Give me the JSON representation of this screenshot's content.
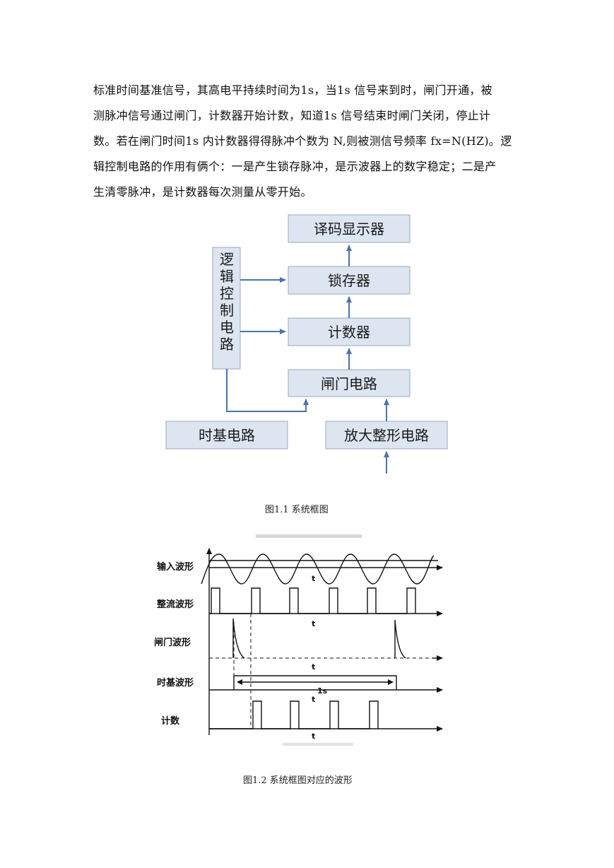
{
  "paragraph": {
    "lines": [
      "标准时间基准信号，其高电平持续时间为1s，当1s 信号来到时，闸门开通，被",
      "测脉冲信号通过闸门，计数器开始计数，知道1s 信号结束时闸门关闭，停止计",
      "数。若在闸门时间1s 内计数器得得脉冲个数为 N,则被测信号频率 fx=N(HZ)。逻",
      "辑控制电路的作用有俩个：一是产生锁存脉冲，是示波器上的数字稳定；二是产",
      "生清零脉冲，是计数器每次测量从零开始。"
    ]
  },
  "block_diagram": {
    "blocks": {
      "decoder_display": "译码显示器",
      "latch": "锁存器",
      "counter": "计数器",
      "gate_circuit": "闸门电路",
      "timebase": "时基电路",
      "amplifier_shaper": "放大整形电路",
      "logic_control_chars": [
        "逻",
        "辑",
        "控",
        "制",
        "电",
        "路"
      ]
    },
    "caption": "图1.1      系统框图",
    "colors": {
      "box_fill": "#dde5f1",
      "box_border": "#9aa8bd",
      "arrow": "#4a72b0"
    }
  },
  "waveform_figure": {
    "labels": {
      "input": "输入波形",
      "rectified": "整流波形",
      "gate": "闸门波形",
      "timebase": "时基波形",
      "count": "计数"
    },
    "time_axis_label": "t",
    "interval_label": "1s",
    "caption": "图1.2  系统框图对应的波形"
  }
}
